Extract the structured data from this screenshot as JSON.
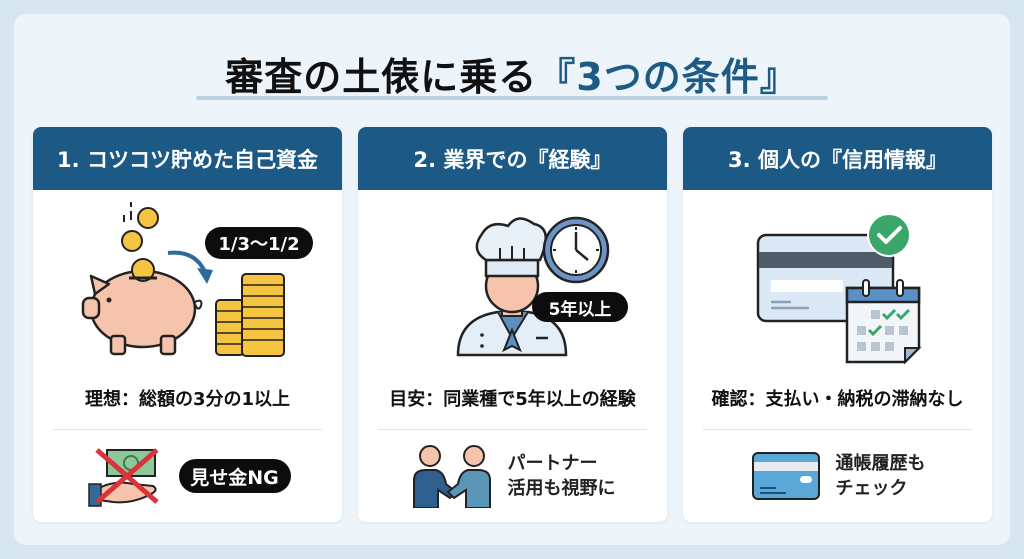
{
  "title": {
    "main": "審査の土俵に乗る",
    "accent": "『3つの条件』"
  },
  "colors": {
    "header_bg": "#1c5985",
    "accent_text": "#1d5b85",
    "page_bg": "#d7e7f1",
    "panel_bg": "#eef5fa"
  },
  "cards": [
    {
      "header": "1. コツコツ貯めた自己資金",
      "badge": "1/3〜1/2",
      "illustration": [
        "piggy-bank-icon",
        "falling-coins-icon",
        "arrow-icon",
        "coin-stack-icon"
      ],
      "caption": "理想：総額の3分の1以上",
      "footer_icon": "show-money-crossed-icon",
      "footer_pill": "見せ金NG"
    },
    {
      "header": "2. 業界での『経験』",
      "badge": "5年以上",
      "illustration": [
        "chef-icon",
        "clock-icon"
      ],
      "caption": "目安：同業種で5年以上の経験",
      "footer_icon": "handshake-icon",
      "footer_lines": [
        "パートナー",
        "活用も視野に"
      ]
    },
    {
      "header": "3. 個人の『信用情報』",
      "illustration": [
        "credit-card-icon",
        "check-badge-icon",
        "calendar-icon"
      ],
      "caption": "確認：支払い・納税の滞納なし",
      "footer_icon": "bankbook-icon",
      "footer_lines": [
        "通帳履歴も",
        "チェック"
      ]
    }
  ]
}
